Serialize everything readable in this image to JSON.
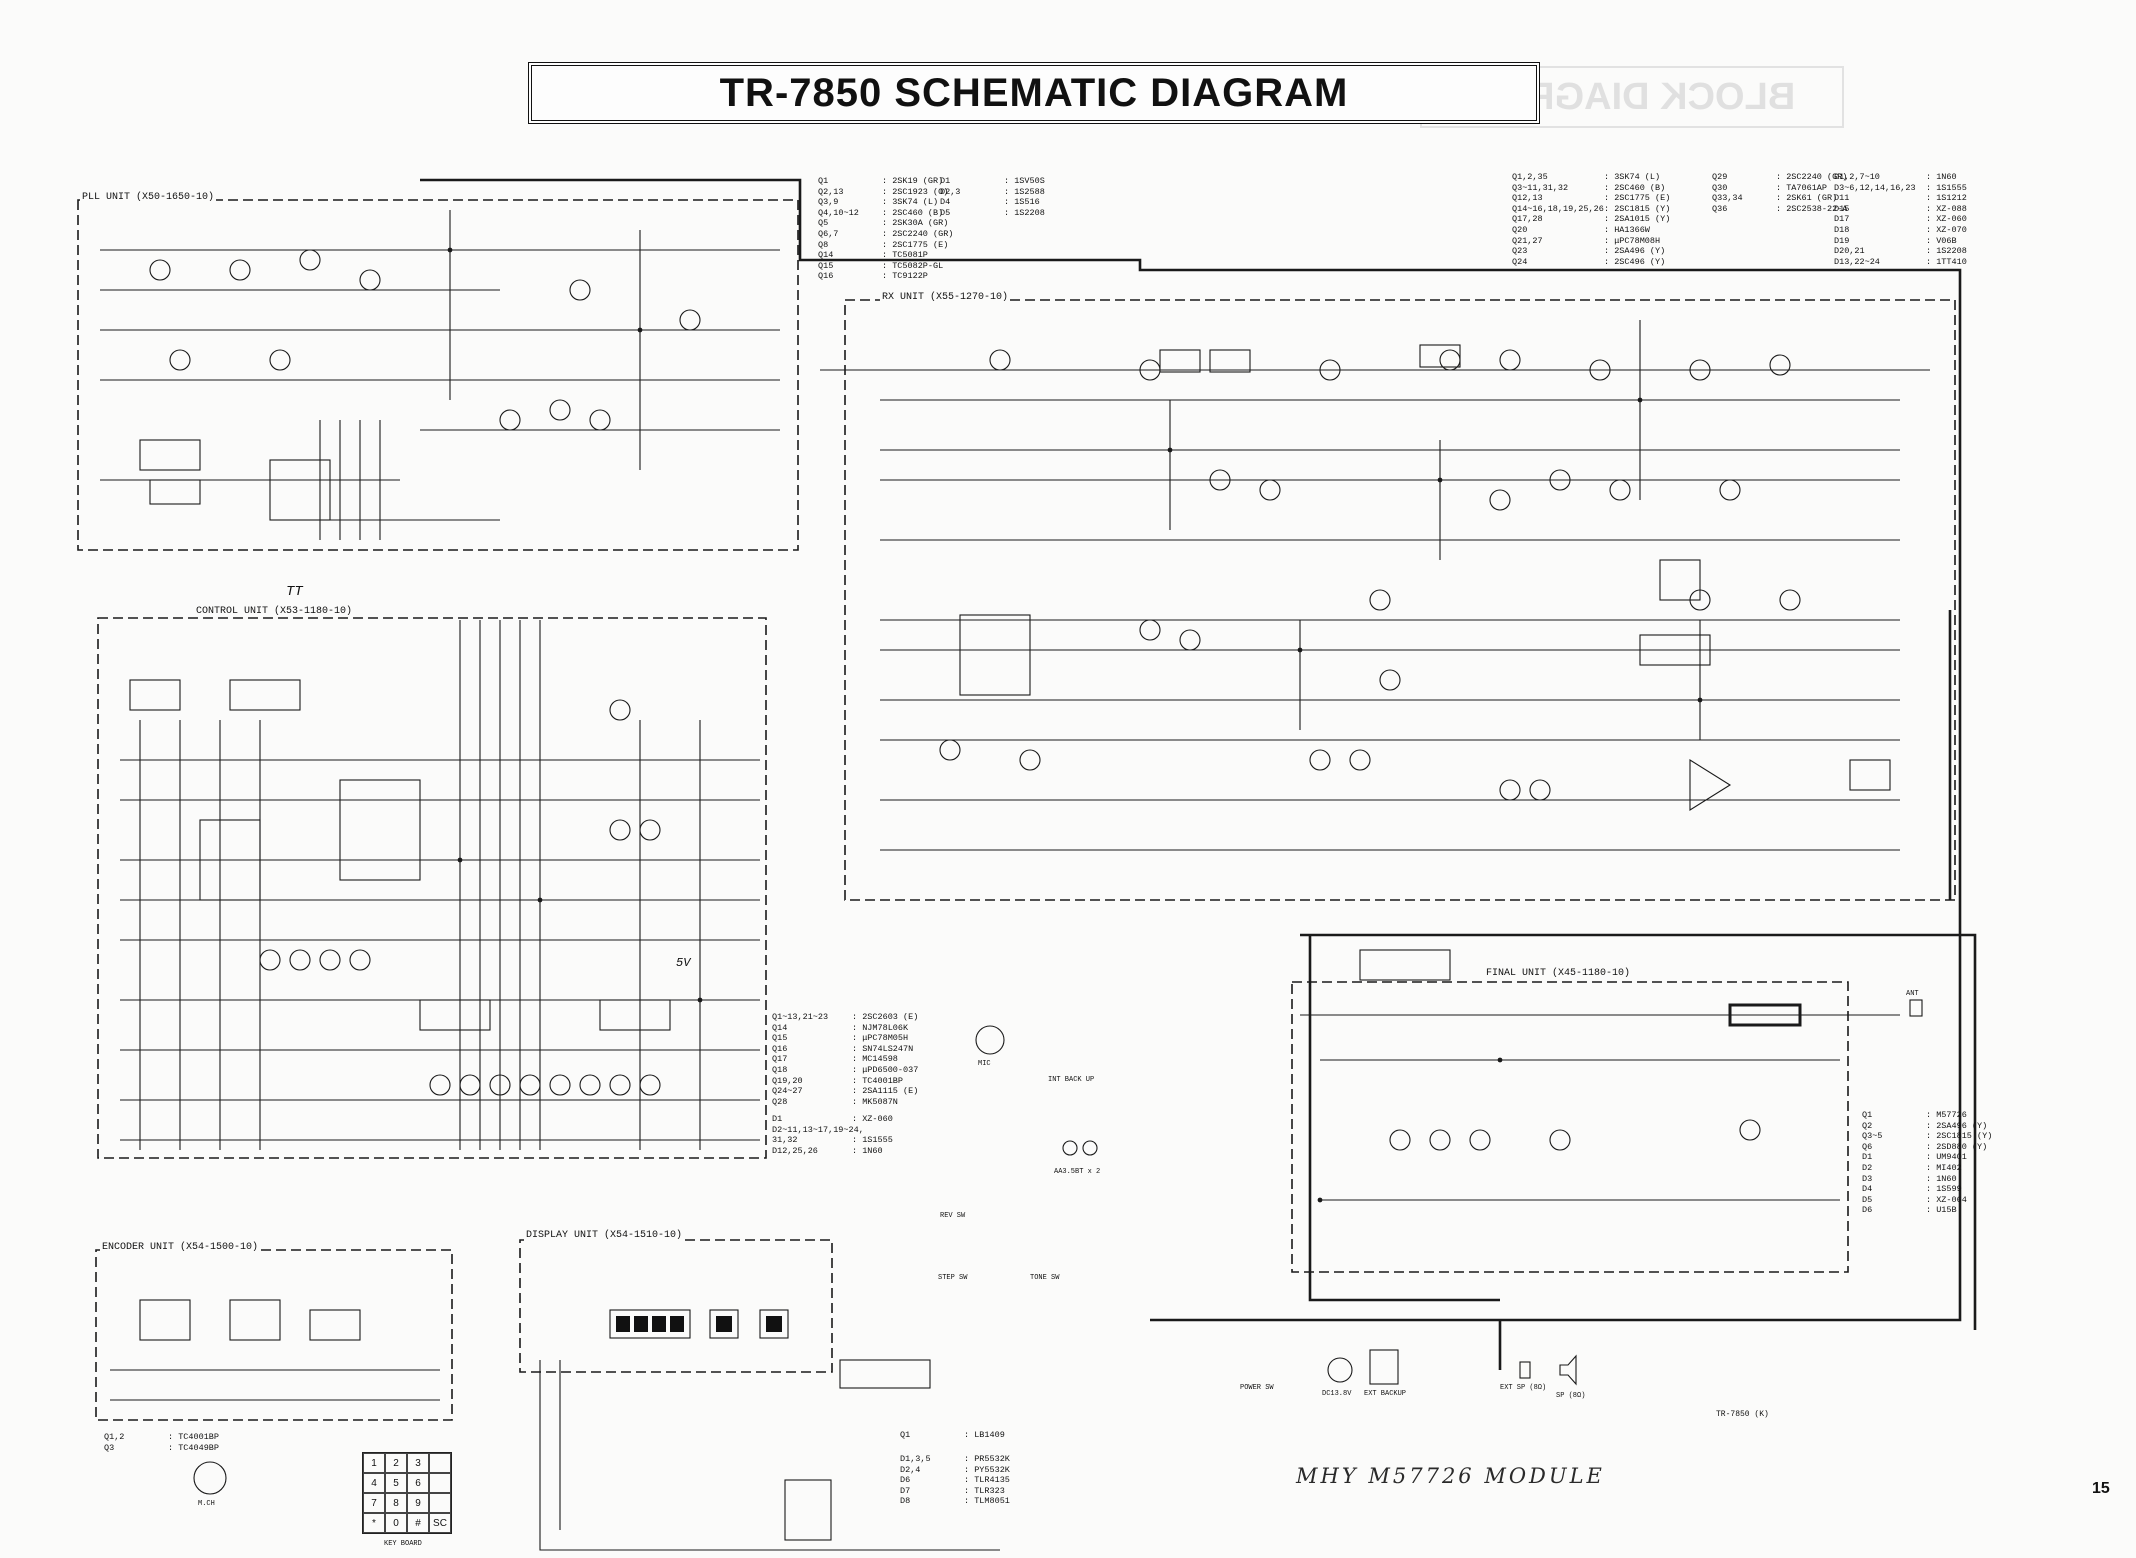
{
  "title": "TR-7850 SCHEMATIC DIAGRAM",
  "mirrored_title": "BLOCK DIAGRAM",
  "page_number": "15",
  "handwritten_note": "MHY M57726 MODULE",
  "model_tag": "TR-7850 (K)",
  "units": {
    "pll": "PLL UNIT (X50-1650-10)",
    "rx": "RX UNIT (X55-1270-10)",
    "control": "CONTROL UNIT (X53-1180-10)",
    "final": "FINAL UNIT (X45-1180-10)",
    "encoder": "ENCODER UNIT (X54-1500-10)",
    "display": "DISPLAY UNIT (X54-1510-10)"
  },
  "legend_pll": [
    {
      "ref": "Q1",
      "part": ": 2SK19 (GR)"
    },
    {
      "ref": "Q2,13",
      "part": ": 2SC1923 (O)"
    },
    {
      "ref": "Q3,9",
      "part": ": 3SK74 (L)"
    },
    {
      "ref": "Q4,10~12",
      "part": ": 2SC460 (B)"
    },
    {
      "ref": "Q5",
      "part": ": 2SK30A (GR)"
    },
    {
      "ref": "Q6,7",
      "part": ": 2SC2240 (GR)"
    },
    {
      "ref": "Q8",
      "part": ": 2SC1775 (E)"
    },
    {
      "ref": "Q14",
      "part": ": TC5081P"
    },
    {
      "ref": "Q15",
      "part": ": TC5082P-GL"
    },
    {
      "ref": "Q16",
      "part": ": TC9122P"
    }
  ],
  "legend_pll_d": [
    {
      "ref": "D1",
      "part": ": 1SV50S"
    },
    {
      "ref": "D2,3",
      "part": ": 1S2588"
    },
    {
      "ref": "D4",
      "part": ": 1S516"
    },
    {
      "ref": "D5",
      "part": ": 1S2208"
    }
  ],
  "legend_rx": [
    {
      "ref": "Q1,2,35",
      "part": ": 3SK74 (L)"
    },
    {
      "ref": "Q3~11,31,32",
      "part": ": 2SC460 (B)"
    },
    {
      "ref": "Q12,13",
      "part": ": 2SC1775 (E)"
    },
    {
      "ref": "Q14~16,18,19,25,26",
      "part": ": 2SC1815 (Y)"
    },
    {
      "ref": "Q17,28",
      "part": ": 2SA1015 (Y)"
    },
    {
      "ref": "Q20",
      "part": ": HA1366W"
    },
    {
      "ref": "Q21,27",
      "part": ": μPC78M08H"
    },
    {
      "ref": "Q23",
      "part": ": 2SA496 (Y)"
    },
    {
      "ref": "Q24",
      "part": ": 2SC496 (Y)"
    }
  ],
  "legend_rx2": [
    {
      "ref": "Q29",
      "part": ": 2SC2240 (GR)"
    },
    {
      "ref": "Q30",
      "part": ": TA7061AP"
    },
    {
      "ref": "Q33,34",
      "part": ": 2SK61 (GR)"
    },
    {
      "ref": "Q36",
      "part": ": 2SC2538-22-A"
    }
  ],
  "legend_rx_d": [
    {
      "ref": "D1,2,7~10",
      "part": ": 1N60"
    },
    {
      "ref": "D3~6,12,14,16,23",
      "part": ": 1S1555"
    },
    {
      "ref": "D11",
      "part": ": 1S1212"
    },
    {
      "ref": "D15",
      "part": ": XZ-088"
    },
    {
      "ref": "D17",
      "part": ": XZ-060"
    },
    {
      "ref": "D18",
      "part": ": XZ-070"
    },
    {
      "ref": "D19",
      "part": ": V06B"
    },
    {
      "ref": "D20,21",
      "part": ": 1S2208"
    },
    {
      "ref": "D13,22~24",
      "part": ": 1TT410"
    }
  ],
  "legend_control": [
    {
      "ref": "Q1~13,21~23",
      "part": ": 2SC2603 (E)"
    },
    {
      "ref": "Q14",
      "part": ": NJM78L06K"
    },
    {
      "ref": "Q15",
      "part": ": μPC78M05H"
    },
    {
      "ref": "Q16",
      "part": ": SN74LS247N"
    },
    {
      "ref": "Q17",
      "part": ": MC14598"
    },
    {
      "ref": "Q18",
      "part": ": μPD6500-037"
    },
    {
      "ref": "Q19,20",
      "part": ": TC4001BP"
    },
    {
      "ref": "Q24~27",
      "part": ": 2SA1115 (E)"
    },
    {
      "ref": "Q28",
      "part": ": MK5087N"
    }
  ],
  "legend_control_d": [
    {
      "ref": "D1",
      "part": ": XZ-060"
    },
    {
      "ref": "D2~11,13~17,19~24,",
      "part": ""
    },
    {
      "ref": "31,32",
      "part": ": 1S1555"
    },
    {
      "ref": "D12,25,26",
      "part": ": 1N60"
    }
  ],
  "legend_final": [
    {
      "ref": "Q1",
      "part": ": M57726"
    },
    {
      "ref": "Q2",
      "part": ": 2SA496 (Y)"
    },
    {
      "ref": "Q3~5",
      "part": ": 2SC1815 (Y)"
    },
    {
      "ref": "Q6",
      "part": ": 2SD880 (Y)"
    },
    {
      "ref": "D1",
      "part": ": UM9401"
    },
    {
      "ref": "D2",
      "part": ": MI402"
    },
    {
      "ref": "D3",
      "part": ": 1N60"
    },
    {
      "ref": "D4",
      "part": ": 1S599"
    },
    {
      "ref": "D5",
      "part": ": XZ-064"
    },
    {
      "ref": "D6",
      "part": ": U15B"
    }
  ],
  "legend_encoder": [
    {
      "ref": "Q1,2",
      "part": ": TC4001BP"
    },
    {
      "ref": "Q3",
      "part": ": TC4049BP"
    }
  ],
  "legend_display": [
    {
      "ref": "Q1",
      "part": ": LB1409"
    }
  ],
  "legend_display_d": [
    {
      "ref": "D1,3,5",
      "part": ": PR5532K"
    },
    {
      "ref": "D2,4",
      "part": ": PY5532K"
    },
    {
      "ref": "D6",
      "part": ": TLR4135"
    },
    {
      "ref": "D7",
      "part": ": TLR323"
    },
    {
      "ref": "D8",
      "part": ": TLM8051"
    }
  ],
  "keypad_keys": [
    "1",
    "2",
    "3",
    "",
    "4",
    "5",
    "6",
    "",
    "7",
    "8",
    "9",
    "",
    "*",
    "0",
    "#",
    "SC"
  ],
  "keyboard_label": "KEY BOARD",
  "misc_labels": {
    "power_sw": "POWER SW",
    "mic": "MIC",
    "ant": "ANT",
    "ext_sp": "EXT SP (8Ω)",
    "sp": "SP (8Ω)",
    "step_sw": "STEP SW",
    "tone_sw": "TONE SW",
    "rev_sw": "REV SW",
    "ext_backup": "EXT BACKUP",
    "int_backup": "INT BACK UP",
    "dc": "DC13.8V",
    "aa": "AA3.5BT x 2",
    "m_ch": "M.CH",
    "five_v": "5V",
    "tt": "TT"
  }
}
